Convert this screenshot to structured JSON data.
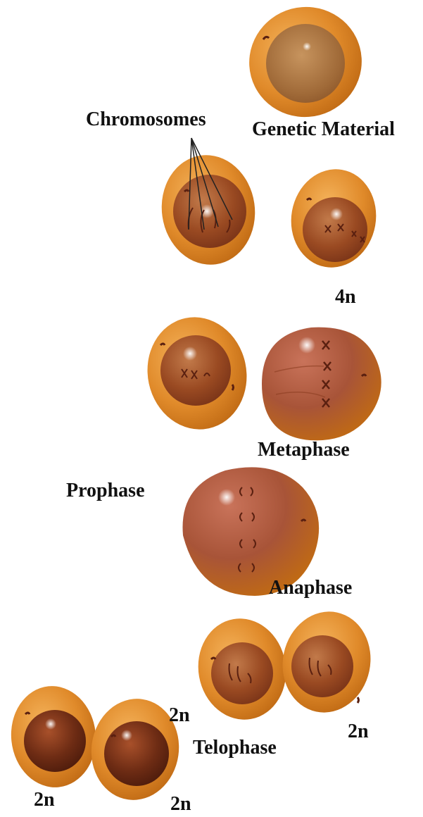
{
  "labels": {
    "chromosomes": "Chromosomes",
    "genetic_material": "Genetic Material",
    "four_n": "4n",
    "metaphase": "Metaphase",
    "prophase": "Prophase",
    "anaphase": "Anaphase",
    "telophase": "Telophase",
    "two_n_telophase_left": "2n",
    "two_n_telophase_right": "2n",
    "two_n_daughter_left": "2n",
    "two_n_daughter_right": "2n"
  },
  "colors": {
    "cytoplasm": "#e08a2a",
    "cytoplasm_edge": "#c06a14",
    "nucleus": "#9a4a22",
    "nucleus_dark": "#6e2c14",
    "chromosome": "#5a2010",
    "highlight": "#ffffff"
  }
}
